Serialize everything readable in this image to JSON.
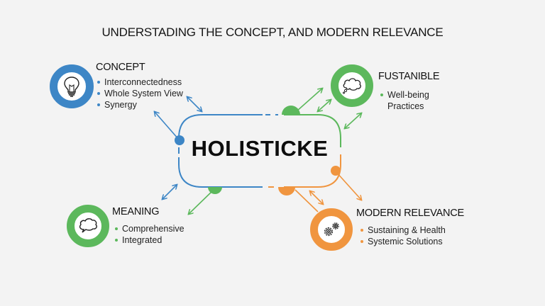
{
  "title": "UNDERSTADING THE CONCEPT, AND MODERN RELEVANCE",
  "center": {
    "label": "HOLISTICKE"
  },
  "colors": {
    "blue": "#3d86c6",
    "green": "#5cb85c",
    "orange": "#f0953f",
    "background": "#f3f3f3"
  },
  "nodes": {
    "concept": {
      "title": "CONCEPT",
      "icon": "lightbulb-icon",
      "items": [
        "Interconnectedness",
        "Whole System View",
        "Synergy"
      ]
    },
    "fustanible": {
      "title": "FUSTANIBLE",
      "icon": "thought-cloud-icon",
      "items": [
        "Well-being",
        "Practices"
      ]
    },
    "meaning": {
      "title": "MEANING",
      "icon": "speech-bubble-icon",
      "items": [
        "Comprehensive",
        "Integrated"
      ]
    },
    "modern_relevance": {
      "title": "MODERN RELEVANCE",
      "icon": "gears-icon",
      "items": [
        "Sustaining & Health",
        "Systemic Solutions"
      ]
    }
  }
}
